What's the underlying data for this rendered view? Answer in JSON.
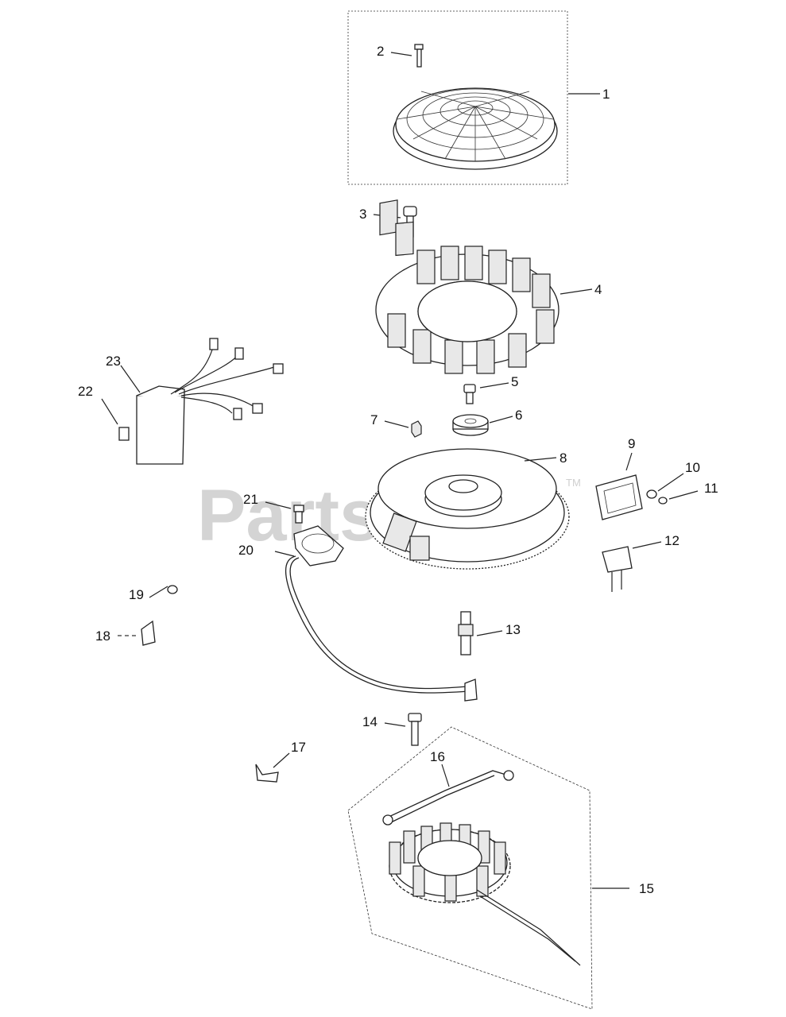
{
  "watermark": {
    "text": "PartsTree",
    "trademark": "TM"
  },
  "callouts": {
    "c1": "1",
    "c2": "2",
    "c3": "3",
    "c4": "4",
    "c5": "5",
    "c6": "6",
    "c7": "7",
    "c8": "8",
    "c9": "9",
    "c10": "10",
    "c11": "11",
    "c12": "12",
    "c13": "13",
    "c14": "14",
    "c15": "15",
    "c16": "16",
    "c17": "17",
    "c18": "18",
    "c19": "19",
    "c20": "20",
    "c21": "21",
    "c22": "22",
    "c23": "23"
  }
}
